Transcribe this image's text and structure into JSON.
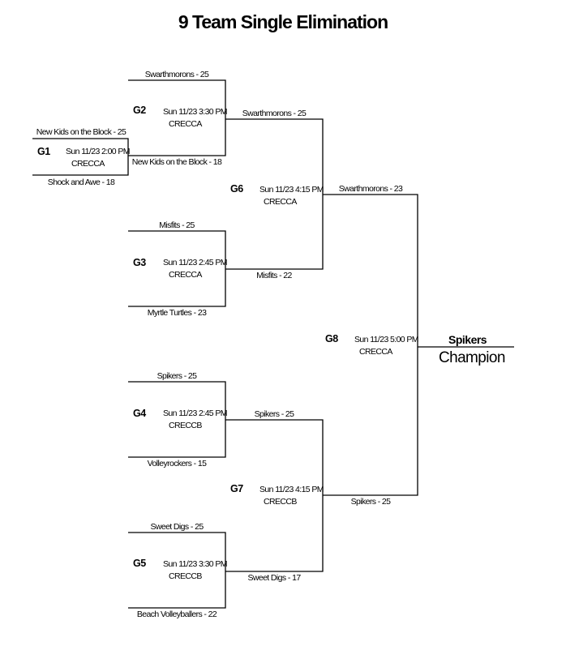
{
  "title": "9 Team Single Elimination",
  "games": {
    "g1": {
      "id": "G1",
      "when": "Sun 11/23 2:00 PM",
      "court": "CRECCA",
      "top": "New Kids on the Block - 25",
      "bottom": "Shock and Awe - 18"
    },
    "g2": {
      "id": "G2",
      "when": "Sun 11/23 3:30 PM",
      "court": "CRECCA",
      "top": "Swarthmorons - 25",
      "bottom": "New Kids on the Block - 18"
    },
    "g3": {
      "id": "G3",
      "when": "Sun 11/23 2:45 PM",
      "court": "CRECCA",
      "top": "Misfits - 25",
      "bottom": "Myrtle Turtles - 23"
    },
    "g4": {
      "id": "G4",
      "when": "Sun 11/23 2:45 PM",
      "court": "CRECCB",
      "top": "Spikers - 25",
      "bottom": "Volleyrockers - 15"
    },
    "g5": {
      "id": "G5",
      "when": "Sun 11/23 3:30 PM",
      "court": "CRECCB",
      "top": "Sweet Digs - 25",
      "bottom": "Beach Volleyballers - 22"
    },
    "g6": {
      "id": "G6",
      "when": "Sun 11/23 4:15 PM",
      "court": "CRECCA",
      "top": "Swarthmorons - 25",
      "bottom": "Misfits - 22"
    },
    "g7": {
      "id": "G7",
      "when": "Sun 11/23 4:15 PM",
      "court": "CRECCB",
      "top": "Spikers - 25",
      "bottom": "Sweet Digs - 17"
    },
    "g8": {
      "id": "G8",
      "when": "Sun 11/23 5:00 PM",
      "court": "CRECCA",
      "top": "Swarthmorons - 23",
      "bottom": "Spikers - 25"
    }
  },
  "champion": {
    "name": "Spikers",
    "label": "Champion"
  }
}
